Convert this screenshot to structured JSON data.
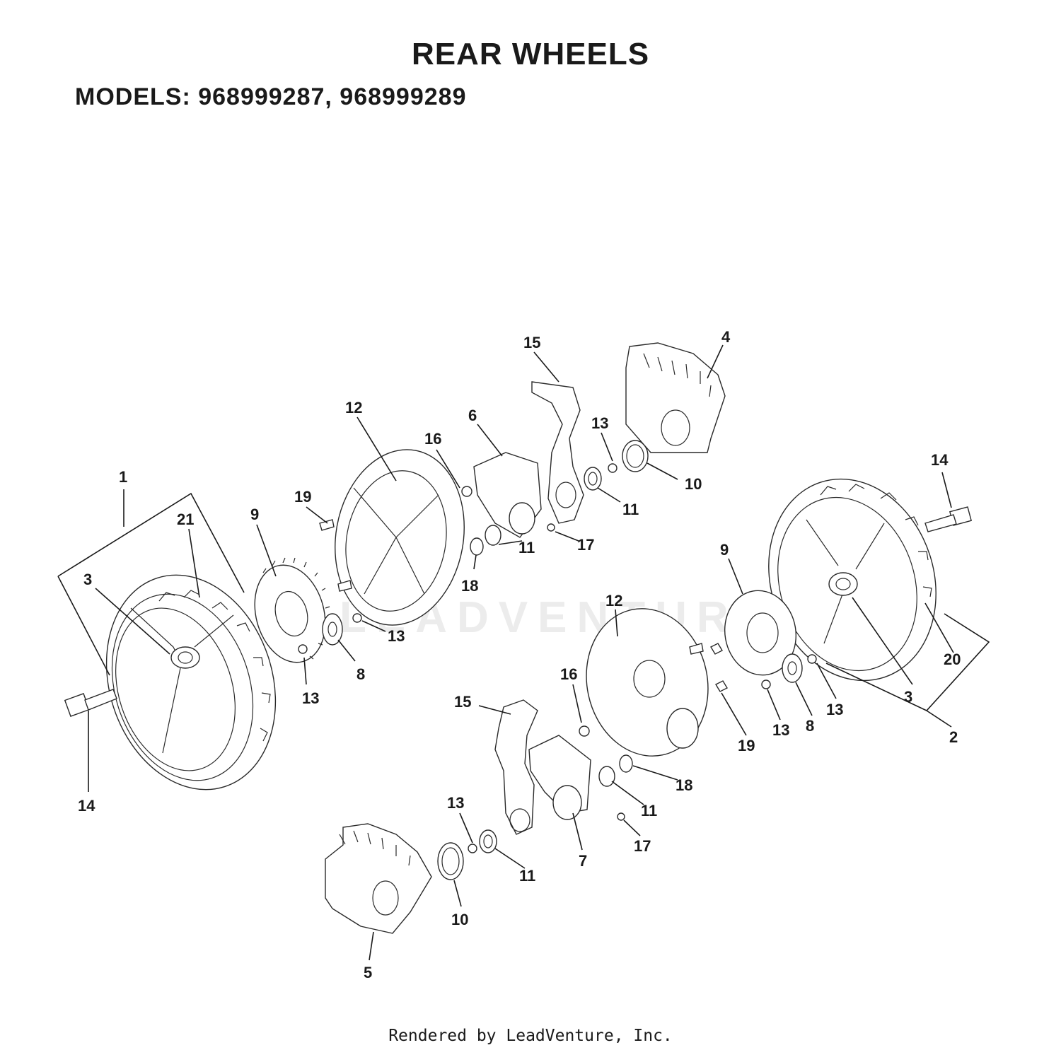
{
  "title": "REAR WHEELS",
  "models": "MODELS:  968999287,  968999289",
  "footer": "Rendered by LeadVenture, Inc.",
  "watermark": "LEADVENTURE",
  "callouts": [
    {
      "id": "c-1",
      "text": "1"
    },
    {
      "id": "c-21",
      "text": "21"
    },
    {
      "id": "c-3a",
      "text": "3"
    },
    {
      "id": "c-9a",
      "text": "9"
    },
    {
      "id": "c-19a",
      "text": "19"
    },
    {
      "id": "c-12a",
      "text": "12"
    },
    {
      "id": "c-16a",
      "text": "16"
    },
    {
      "id": "c-6",
      "text": "6"
    },
    {
      "id": "c-15a",
      "text": "15"
    },
    {
      "id": "c-4",
      "text": "4"
    },
    {
      "id": "c-13a",
      "text": "13"
    },
    {
      "id": "c-10a",
      "text": "10"
    },
    {
      "id": "c-11a",
      "text": "11"
    },
    {
      "id": "c-17a",
      "text": "17"
    },
    {
      "id": "c-11b",
      "text": "11"
    },
    {
      "id": "c-18a",
      "text": "18"
    },
    {
      "id": "c-13b",
      "text": "13"
    },
    {
      "id": "c-8a",
      "text": "8"
    },
    {
      "id": "c-13c",
      "text": "13"
    },
    {
      "id": "c-14a",
      "text": "14"
    },
    {
      "id": "c-14b",
      "text": "14"
    },
    {
      "id": "c-9b",
      "text": "9"
    },
    {
      "id": "c-12b",
      "text": "12"
    },
    {
      "id": "c-20",
      "text": "20"
    },
    {
      "id": "c-3b",
      "text": "3"
    },
    {
      "id": "c-2",
      "text": "2"
    },
    {
      "id": "c-13d",
      "text": "13"
    },
    {
      "id": "c-8b",
      "text": "8"
    },
    {
      "id": "c-13e",
      "text": "13"
    },
    {
      "id": "c-19b",
      "text": "19"
    },
    {
      "id": "c-16b",
      "text": "16"
    },
    {
      "id": "c-15b",
      "text": "15"
    },
    {
      "id": "c-18b",
      "text": "18"
    },
    {
      "id": "c-11c",
      "text": "11"
    },
    {
      "id": "c-17b",
      "text": "17"
    },
    {
      "id": "c-7",
      "text": "7"
    },
    {
      "id": "c-13f",
      "text": "13"
    },
    {
      "id": "c-11d",
      "text": "11"
    },
    {
      "id": "c-10b",
      "text": "10"
    },
    {
      "id": "c-5",
      "text": "5"
    }
  ]
}
